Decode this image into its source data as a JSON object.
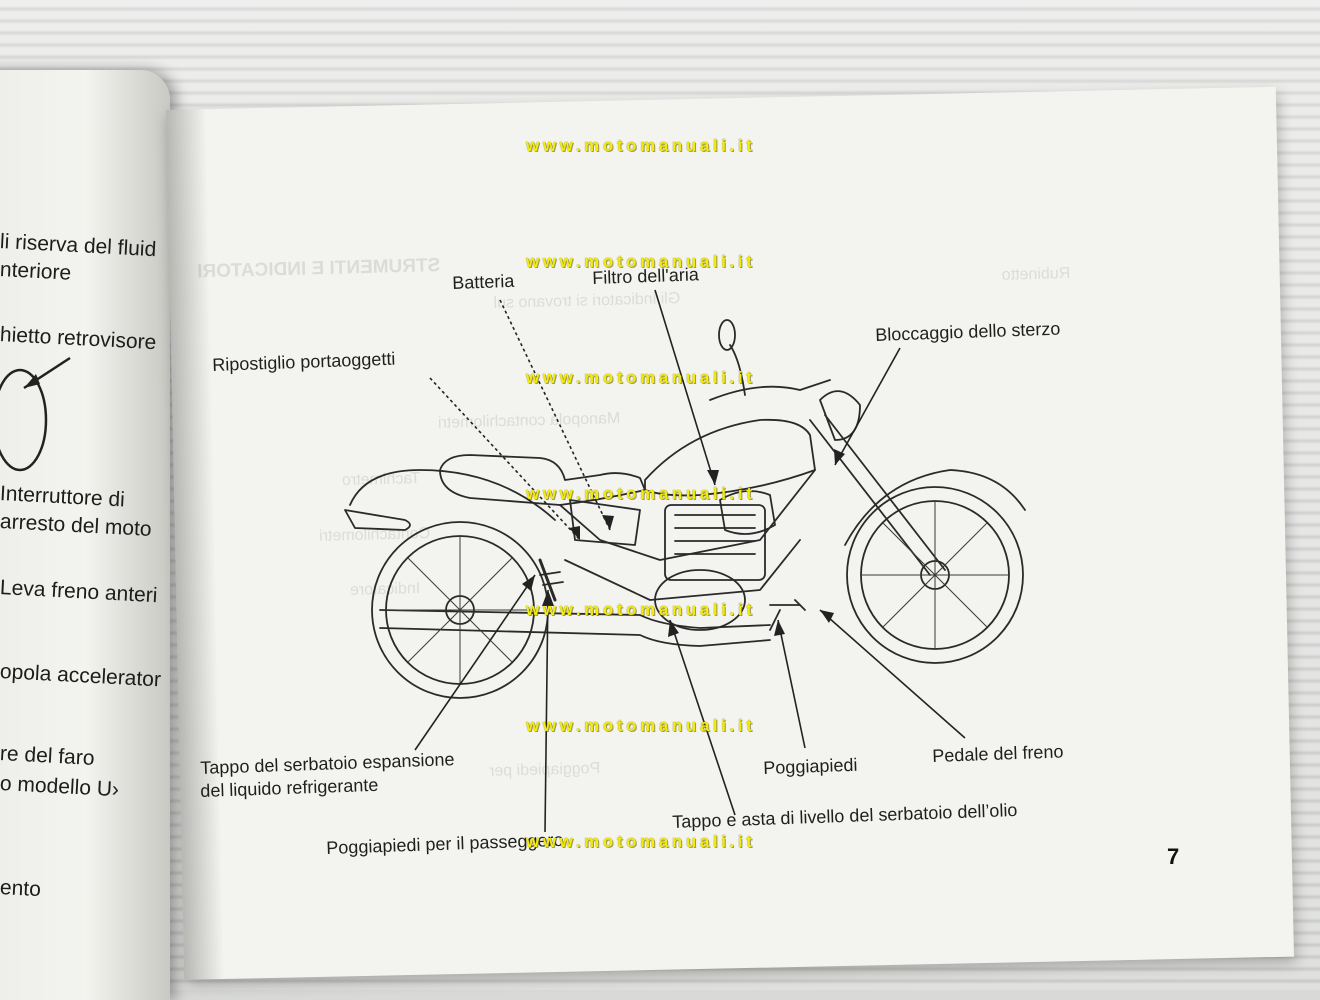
{
  "left_page": {
    "lines": [
      "li riserva del fluid",
      "nteriore",
      "hietto retrovisore",
      "Interruttore di",
      "arresto del moto",
      "Leva freno anteri",
      "opola accelerator",
      "re del faro",
      "o modello U›",
      "ento"
    ]
  },
  "right_page": {
    "page_number": "7",
    "labels": {
      "batteria": "Batteria",
      "filtro_aria": "Filtro dell'aria",
      "ripostiglio": "Ripostiglio portaoggetti",
      "bloccaggio_sterzo": "Bloccaggio dello sterzo",
      "tappo_serbatoio_line1": "Tappo del serbatoio espansione",
      "tappo_serbatoio_line2": "del liquido refrigerante",
      "poggiapiedi": "Poggiapiedi",
      "pedale_freno": "Pedale del freno",
      "tappo_olio": "Tappo e asta di livello del serbatoio dell’olio",
      "poggiapiedi_passeggero": "Poggiapiedi per il passeggero"
    }
  },
  "watermark": "www.motomanuali.it"
}
